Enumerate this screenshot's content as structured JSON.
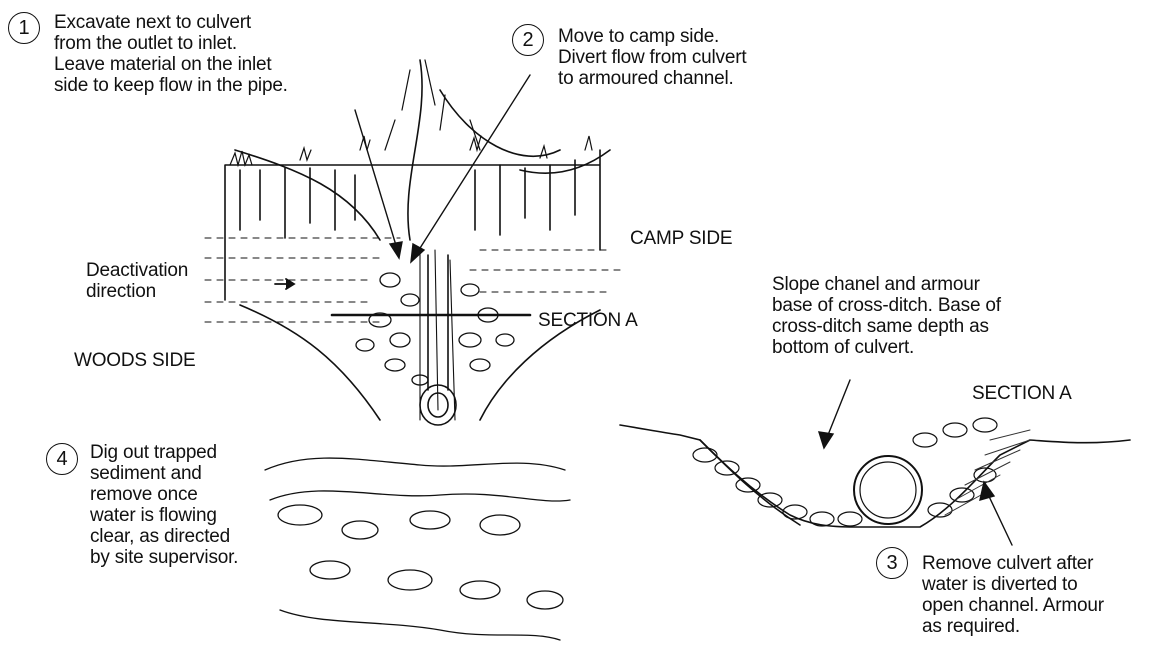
{
  "steps": [
    {
      "num": "1",
      "text": "Excavate next to culvert\nfrom the outlet to inlet.\nLeave material on the inlet\nside to keep flow in the pipe."
    },
    {
      "num": "2",
      "text": "Move to camp side.\nDivert flow from culvert\nto armoured channel."
    },
    {
      "num": "3",
      "text": "Remove culvert after\nwater is diverted to\nopen channel. Armour\nas required."
    },
    {
      "num": "4",
      "text": "Dig out trapped\nsediment and\nremove once\nwater is flowing\nclear, as directed\nby site supervisor."
    }
  ],
  "labels": {
    "camp_side": "CAMP SIDE",
    "woods_side": "WOODS SIDE",
    "deactivation_direction": "Deactivation\ndirection",
    "section_a_marker": "SECTION A",
    "section_a_title": "SECTION A",
    "slope_note": "Slope chanel and armour\nbase of cross-ditch. Base of\ncross-ditch same depth as\nbottom of culvert."
  }
}
